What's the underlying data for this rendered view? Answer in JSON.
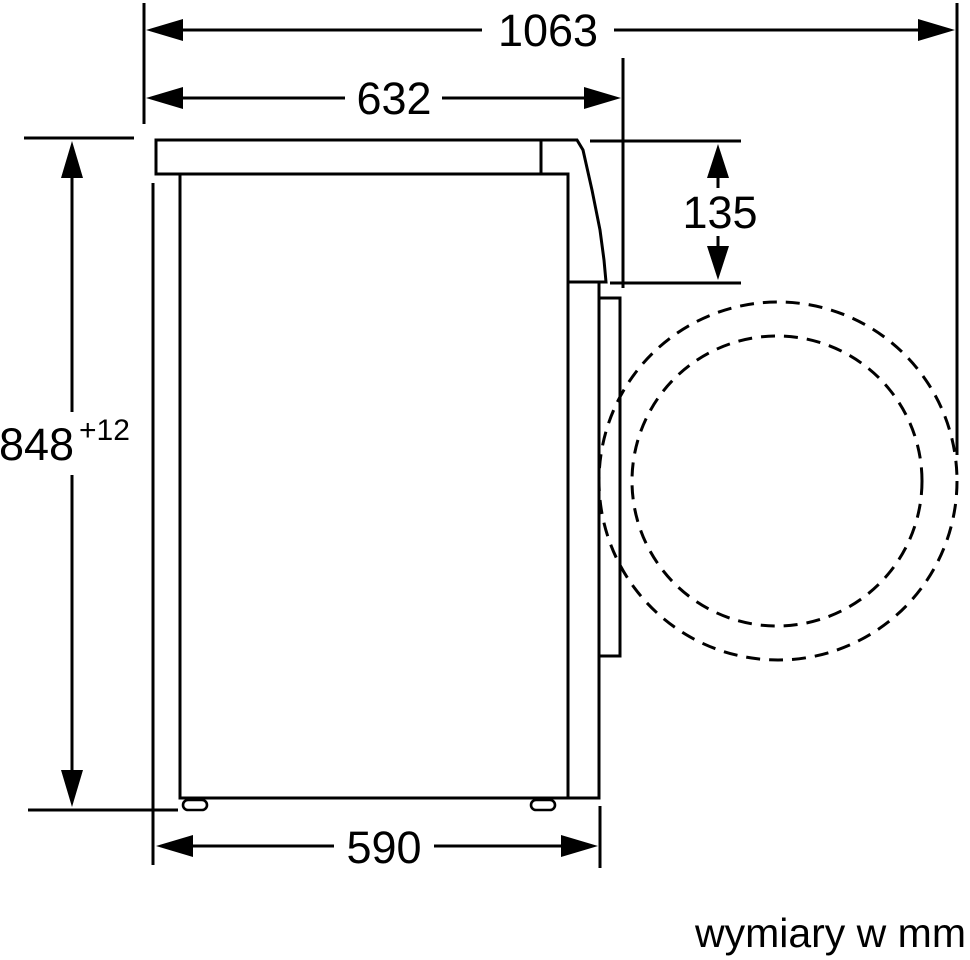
{
  "diagram": {
    "type": "technical-dimension-drawing",
    "subject": "washing machine side view",
    "dimensions": {
      "total_depth_door_open": {
        "value": "1063",
        "orientation": "horizontal"
      },
      "depth_with_door": {
        "value": "632",
        "orientation": "horizontal"
      },
      "body_depth": {
        "value": "590",
        "orientation": "horizontal"
      },
      "height": {
        "value": "848",
        "tolerance": "+12",
        "orientation": "vertical"
      },
      "top_control_panel_height": {
        "value": "135",
        "orientation": "vertical"
      }
    },
    "door_swing": {
      "style": "dashed",
      "circles": 2
    },
    "unit_note": "wymiary w mm",
    "colors": {
      "line": "#000000",
      "background": "#ffffff"
    }
  }
}
